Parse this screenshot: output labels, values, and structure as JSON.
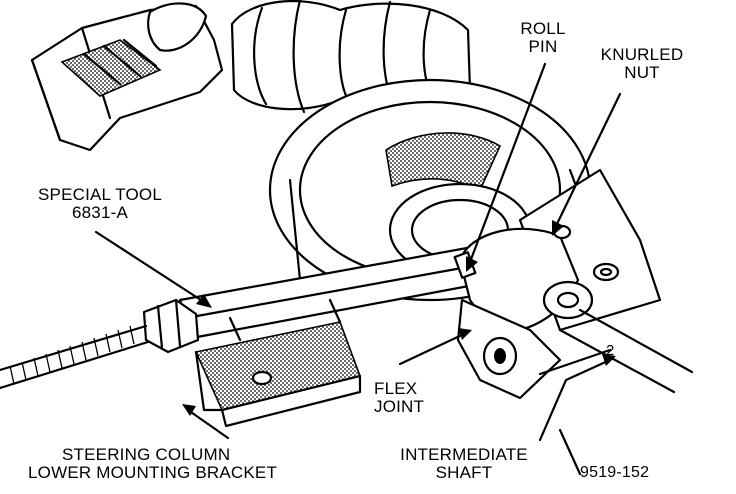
{
  "labels": {
    "roll_pin": [
      "ROLL",
      "PIN"
    ],
    "knurled_nut": [
      "KNURLED",
      "NUT"
    ],
    "special_tool": [
      "SPECIAL TOOL",
      "6831-A"
    ],
    "flex_joint": [
      "FLEX",
      "JOINT"
    ],
    "steering_bracket": [
      "STEERING COLUMN",
      "LOWER MOUNTING BRACKET"
    ],
    "intermediate_shaft": [
      "INTERMEDIATE",
      "SHAFT"
    ],
    "figure_id": "9519-152",
    "callout_number": "2"
  }
}
